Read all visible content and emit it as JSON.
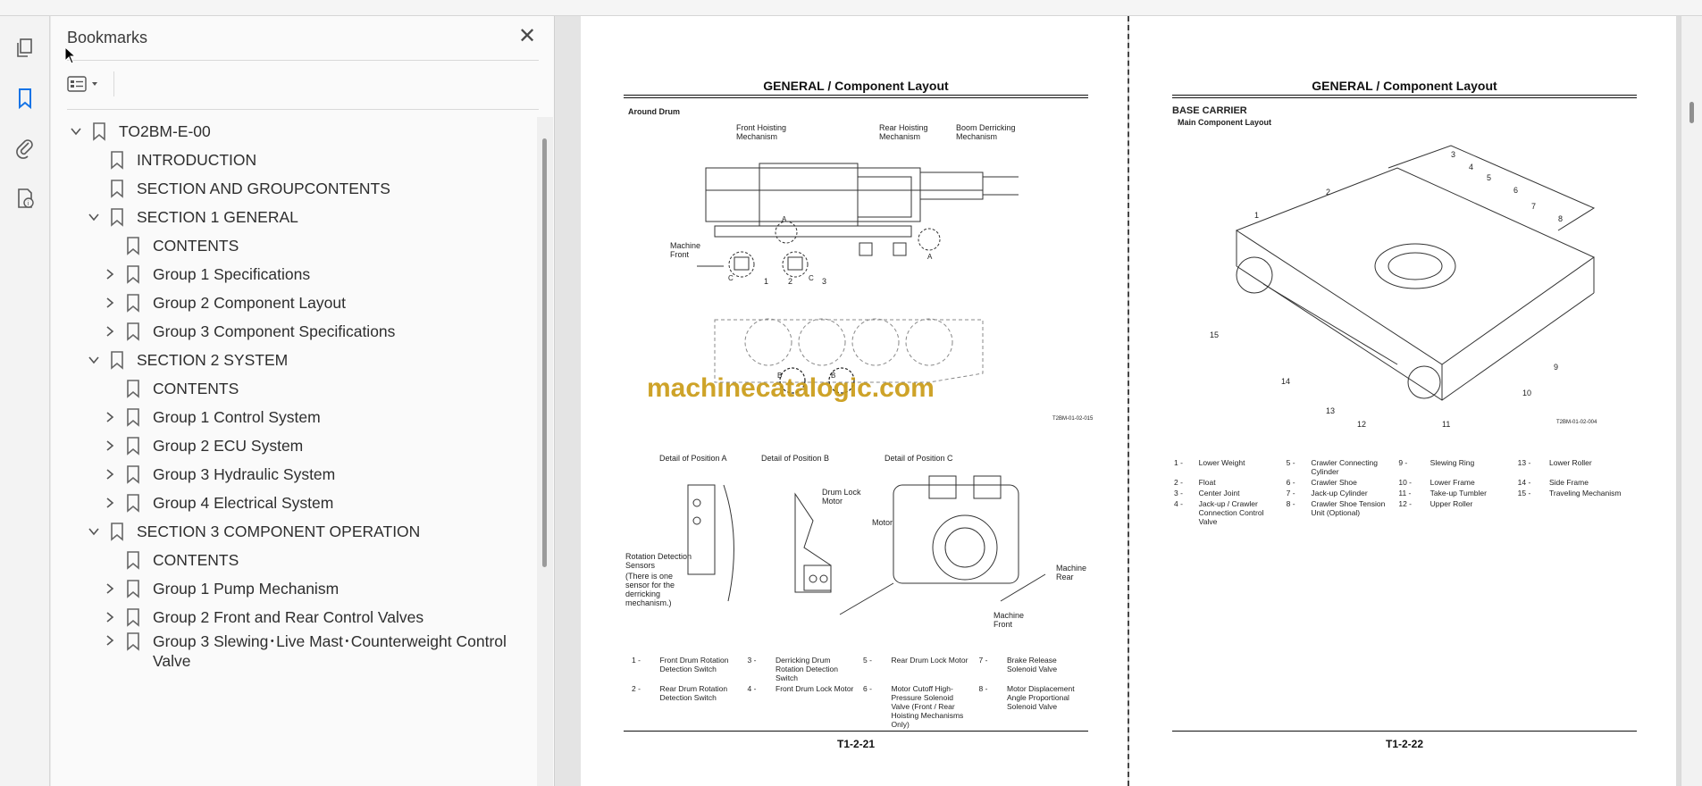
{
  "panel": {
    "title": "Bookmarks",
    "close_icon": "close-icon",
    "options_icon": "list-options-icon"
  },
  "rail": {
    "items": [
      {
        "icon": "pages-icon"
      },
      {
        "icon": "bookmark-icon"
      },
      {
        "icon": "attachment-icon"
      },
      {
        "icon": "document-info-icon"
      }
    ]
  },
  "bookmarks": [
    {
      "label": "TO2BM-E-00",
      "level": 0,
      "state": "expanded"
    },
    {
      "label": "INTRODUCTION",
      "level": 1,
      "state": "leaf"
    },
    {
      "label": "SECTION AND GROUPCONTENTS",
      "level": 1,
      "state": "leaf"
    },
    {
      "label": "SECTION 1 GENERAL",
      "level": 1,
      "state": "expanded"
    },
    {
      "label": "CONTENTS",
      "level": 2,
      "state": "leaf"
    },
    {
      "label": "Group 1 Specifications",
      "level": 2,
      "state": "collapsed"
    },
    {
      "label": "Group 2 Component Layout",
      "level": 2,
      "state": "collapsed"
    },
    {
      "label": "Group 3 Component Specifications",
      "level": 2,
      "state": "collapsed"
    },
    {
      "label": "SECTION 2 SYSTEM",
      "level": 1,
      "state": "expanded"
    },
    {
      "label": "CONTENTS",
      "level": 2,
      "state": "leaf"
    },
    {
      "label": "Group 1 Control System",
      "level": 2,
      "state": "collapsed"
    },
    {
      "label": "Group 2 ECU System",
      "level": 2,
      "state": "collapsed"
    },
    {
      "label": "Group 3 Hydraulic System",
      "level": 2,
      "state": "collapsed"
    },
    {
      "label": "Group 4 Electrical System",
      "level": 2,
      "state": "collapsed"
    },
    {
      "label": "SECTION 3 COMPONENT OPERATION",
      "level": 1,
      "state": "expanded"
    },
    {
      "label": "CONTENTS",
      "level": 2,
      "state": "leaf"
    },
    {
      "label": "Group 1 Pump Mechanism",
      "level": 2,
      "state": "collapsed"
    },
    {
      "label": "Group 2 Front and Rear Control Valves",
      "level": 2,
      "state": "collapsed"
    },
    {
      "label": "Group 3 Slewing･Live Mast･Counterweight Control Valve",
      "level": 2,
      "state": "collapsed"
    }
  ],
  "left_page": {
    "title": "GENERAL / Component Layout",
    "section": "Around Drum",
    "labels": {
      "front_hoist": "Front Hoisting Mechanism",
      "rear_hoist": "Rear Hoisting Mechanism",
      "boom_derrick": "Boom Derricking Mechanism",
      "machine_front": "Machine Front",
      "fig1": "T2BM-01-02-015",
      "det_a": "Detail of Position A",
      "det_b": "Detail of Position B",
      "det_c": "Detail of Position C",
      "rot_sensors": "Rotation Detection Sensors",
      "one_sensor": "(There is one sensor for the derricking mechanism.)",
      "drum_lock": "Drum Lock Motor",
      "motor": "Motor",
      "machine_rear": "Machine Rear",
      "machine_front2": "Machine Front"
    },
    "legend": [
      [
        "1 -",
        "Front Drum Rotation Detection Switch",
        "3 -",
        "Derricking Drum Rotation Detection Switch",
        "5 -",
        "Rear Drum Lock Motor",
        "7 -",
        "Brake Release Solenoid Valve"
      ],
      [
        "2 -",
        "Rear Drum Rotation Detection Switch",
        "4 -",
        "Front Drum Lock Motor",
        "6 -",
        "Motor Cutoff High-Pressure Solenoid Valve (Front / Rear Hoisting Mechanisms Only)",
        "8 -",
        "Motor Displacement Angle Proportional Solenoid Valve"
      ]
    ],
    "footer": "T1-2-21",
    "watermark": "machinecatalogic.com"
  },
  "right_page": {
    "title": "GENERAL / Component Layout",
    "section": "BASE CARRIER",
    "subsection": "Main Component Layout",
    "fig": "T2BM-01-02-004",
    "legend": [
      [
        "1 -",
        "Lower Weight",
        "5 -",
        "Crawler Connecting Cylinder",
        "9 -",
        "Slewing Ring",
        "13 -",
        "Lower Roller"
      ],
      [
        "2 -",
        "Float",
        "6 -",
        "Crawler Shoe",
        "10 -",
        "Lower Frame",
        "14 -",
        "Side Frame"
      ],
      [
        "3 -",
        "Center Joint",
        "7 -",
        "Jack-up Cylinder",
        "11 -",
        "Take-up Tumbler",
        "15 -",
        "Traveling Mechanism"
      ],
      [
        "4 -",
        "Jack-up / Crawler Connection Control Valve",
        "8 -",
        "Crawler Shoe Tension Unit (Optional)",
        "12 -",
        "Upper Roller",
        "",
        ""
      ]
    ],
    "footer": "T1-2-22"
  }
}
